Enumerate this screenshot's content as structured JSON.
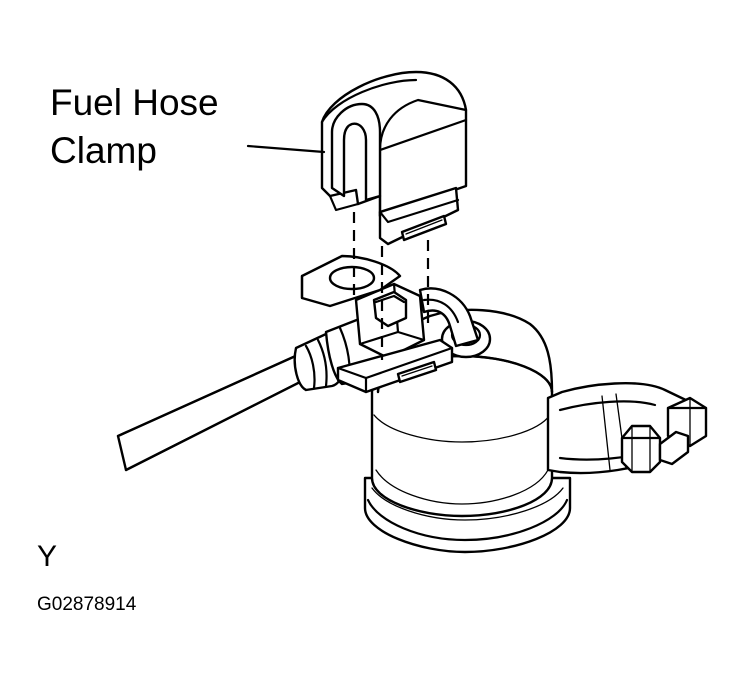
{
  "diagram": {
    "callout": {
      "line_1": "Fuel Hose",
      "line_2": "Clamp"
    },
    "view_letter": "Y",
    "figure_code": "G02878914"
  }
}
